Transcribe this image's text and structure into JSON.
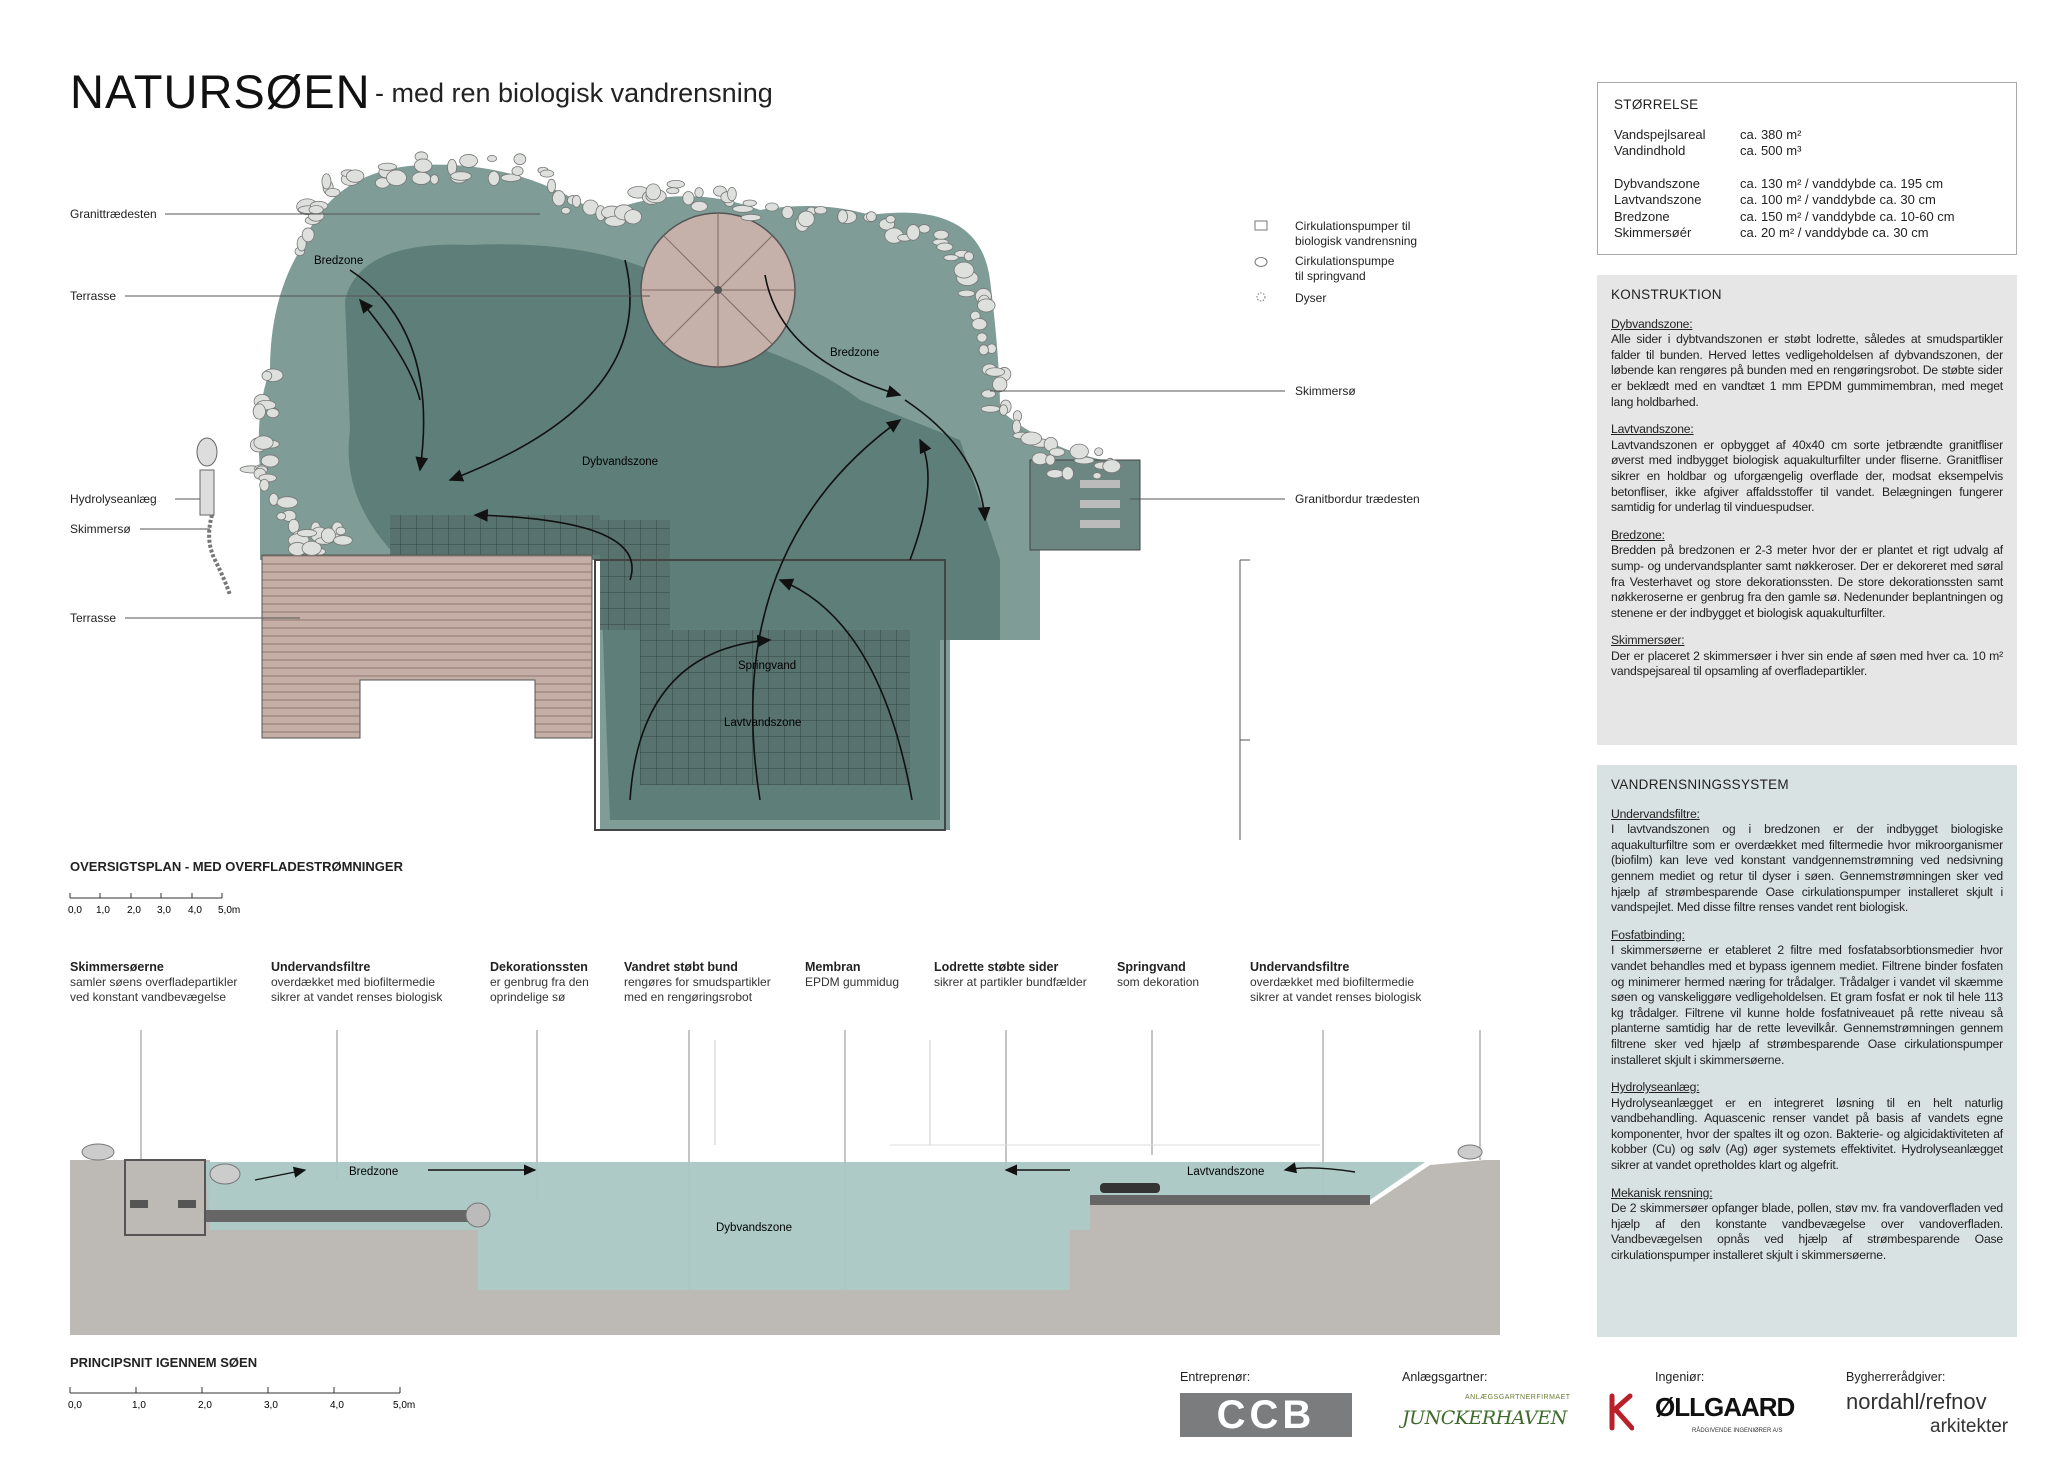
{
  "header": {
    "title": "NATURSØEN",
    "subtitle": "- med ren biologisk vandrensning"
  },
  "plan": {
    "left_labels": [
      "Granittrædesten",
      "Terrasse",
      "Hydrolyseanlæg",
      "Skimmersø",
      "Terrasse"
    ],
    "right_labels": [
      "Skimmersø",
      "Granitbordur trædesten"
    ],
    "zone_labels": {
      "bredzone_left": "Bredzone",
      "bredzone_right": "Bredzone",
      "dybvandszone": "Dybvandszone",
      "springvand": "Springvand",
      "lavvandszone": "Lavtvandszone"
    },
    "legend": [
      {
        "icon": "square-icon",
        "label_1": "Cirkulationspumper til",
        "label_2": "biologisk vandrensning"
      },
      {
        "icon": "ellipse-icon",
        "label_1": "Cirkulationspumpe",
        "label_2": "til springvand"
      },
      {
        "icon": "dotted-circle-icon",
        "label_1": "Dyser",
        "label_2": ""
      }
    ],
    "caption": "OVERSIGTSPLAN - MED OVERFLADESTRØMNINGER",
    "scale": [
      "0,0",
      "1,0",
      "2,0",
      "3,0",
      "4,0",
      "5,0m"
    ]
  },
  "section": {
    "callouts": [
      {
        "title": "Skimmersøerne",
        "line1": "samler søens overfladepartikler",
        "line2": "ved konstant vandbevægelse"
      },
      {
        "title": "Undervandsfiltre",
        "line1": "overdækket med biofiltermedie",
        "line2": "sikrer at vandet renses biologisk"
      },
      {
        "title": "Dekorationssten",
        "line1": "er genbrug fra den",
        "line2": "oprindelige sø"
      },
      {
        "title": "Vandret støbt bund",
        "line1": "rengøres for smudspartikler",
        "line2": "med en rengøringsrobot"
      },
      {
        "title": "Membran",
        "line1": "EPDM gummidug",
        "line2": ""
      },
      {
        "title": "Lodrette støbte sider",
        "line1": "sikrer at partikler bundfælder",
        "line2": ""
      },
      {
        "title": "Springvand",
        "line1": "som dekoration",
        "line2": ""
      },
      {
        "title": "Undervandsfiltre",
        "line1": "overdækket med biofiltermedie",
        "line2": "sikrer at vandet renses biologisk"
      }
    ],
    "zone_labels": {
      "bredzone": "Bredzone",
      "dybvandszone": "Dybvandszone",
      "lavvandszone": "Lavtvandszone"
    },
    "caption": "PRINCIPSNIT IGENNEM SØEN",
    "scale": [
      "0,0",
      "1,0",
      "2,0",
      "3,0",
      "4,0",
      "5,0m"
    ]
  },
  "size": {
    "heading": "STØRRELSE",
    "rows_a": [
      [
        "Vandspejlsareal",
        "ca. 380 m²"
      ],
      [
        "Vandindhold",
        "ca. 500 m³"
      ]
    ],
    "rows_b": [
      [
        "Dybvandszone",
        "ca. 130 m² / vanddybde ca. 195 cm"
      ],
      [
        "Lavtvandszone",
        "ca. 100 m² / vanddybde ca. 30 cm"
      ],
      [
        "Bredzone",
        "ca. 150 m² / vanddybde ca. 10-60 cm"
      ],
      [
        "Skimmersøér",
        "ca. 20 m²   / vanddybde ca. 30 cm"
      ]
    ]
  },
  "konstruktion": {
    "heading": "KONSTRUKTION",
    "sections": [
      {
        "title": "Dybvandszone:",
        "text": "Alle sider i dybtvandszonen er støbt lodrette, således at smudspartikler falder til bunden. Herved lettes vedligeholdelsen af dybvandszonen, der løbende kan rengøres på bunden med en rengøringsrobot. De støbte sider er beklædt med en vandtæt 1 mm EPDM gummimembran, med meget lang holdbarhed."
      },
      {
        "title": "Lavtvandszone:",
        "text": "Lavtvandszonen er opbygget af 40x40 cm sorte jetbrændte granitfliser øverst med indbygget biologisk aquakulturfilter under fliserne. Granitfliser sikrer en holdbar og uforgængelig overflade der, modsat eksempelvis betonfliser, ikke afgiver affaldsstoffer til vandet. Belægningen fungerer samtidig for underlag til vinduespudser."
      },
      {
        "title": "Bredzone:",
        "text": "Bredden på bredzonen er 2-3 meter hvor der er plantet et rigt udvalg af sump- og undervandsplanter samt nøkkeroser. Der er dekoreret med søral fra Vesterhavet og store dekorationssten. De store dekorationssten samt nøkkeroserne er genbrug fra den gamle sø. Nedenunder beplantningen og stenene er der indbygget et biologisk aquakulturfilter."
      },
      {
        "title": "Skimmersøer:",
        "text": "Der er placeret 2 skimmersøer i hver sin ende af søen med hver ca. 10 m² vandspejsareal til opsamling af overfladepartikler."
      }
    ]
  },
  "vandrensning": {
    "heading": "VANDRENSNINGSSYSTEM",
    "sections": [
      {
        "title": "Undervandsfiltre:",
        "text": "I lavtvandszonen og i bredzonen er der indbygget biologiske aquakulturfiltre som er overdækket med filtermedie hvor mikroorganismer (biofilm) kan leve ved konstant vandgennemstrømning ved nedsivning gennem mediet og retur til dyser i søen. Gennemstrømningen sker ved hjælp af strømbesparende Oase cirkulationspumper installeret skjult i vandspejlet. Med disse filtre renses vandet rent biologisk."
      },
      {
        "title": "Fosfatbinding:",
        "text": "I skimmersøerne er etableret 2 filtre med fosfatabsorbtionsmedier hvor vandet behandles med et bypass igennem mediet. Filtrene binder fosfaten og minimerer hermed næring for trådalger. Trådalger i vandet vil skæmme søen og vanskeliggøre vedligeholdelsen. Et gram fosfat er nok til hele 113 kg trådalger. Filtrene vil kunne holde fosfatniveauet på rette niveau så planterne samtidig har de rette levevilkår. Gennemstrømningen gennem filtrene sker ved hjælp af strømbesparende Oase cirkulationspumper installeret skjult i skimmersøerne."
      },
      {
        "title": "Hydrolyseanlæg:",
        "text": "Hydrolyseanlægget er en integreret løsning til en helt naturlig vandbehandling. Aquascenic renser vandet på basis af vandets egne komponenter, hvor der spaltes ilt og ozon. Bakterie- og algicidaktiviteten af kobber (Cu) og sølv (Ag) øger systemets effektivitet. Hydrolyseanlægget sikrer at vandet opretholdes klart og algefrit."
      },
      {
        "title": "Mekanisk rensning:",
        "text": "De 2 skimmersøer opfanger blade, pollen, støv mv. fra vandoverfladen ved hjælp af den konstante vandbevægelse over vandoverfladen. Vandbevægelsen opnås ved hjælp af strømbesparende Oase cirkulationspumper installeret skjult i skimmersøerne."
      }
    ]
  },
  "credits": [
    {
      "role": "Entreprenør:",
      "logo": "CCB"
    },
    {
      "role": "Anlægsgartner:",
      "logo_small": "ANLÆGSGARTNERFIRMAET",
      "logo": "JUNCKERHAVEN"
    },
    {
      "role": "Ingeniør:",
      "logo": "ØLLGAARD",
      "logo_small": "RÅDGIVENDE INGENIØRER A/S"
    },
    {
      "role": "Bygherrerådgiver:",
      "logo": "nordahl/refnov",
      "logo_small": "arkitekter"
    }
  ],
  "colors": {
    "shore": "#7d9a94",
    "deep": "#5f7f7b",
    "water": "#a9c7c4",
    "stone": "#d9ddd8",
    "ground": "#bdbab5",
    "deck": "#b9a49c"
  }
}
